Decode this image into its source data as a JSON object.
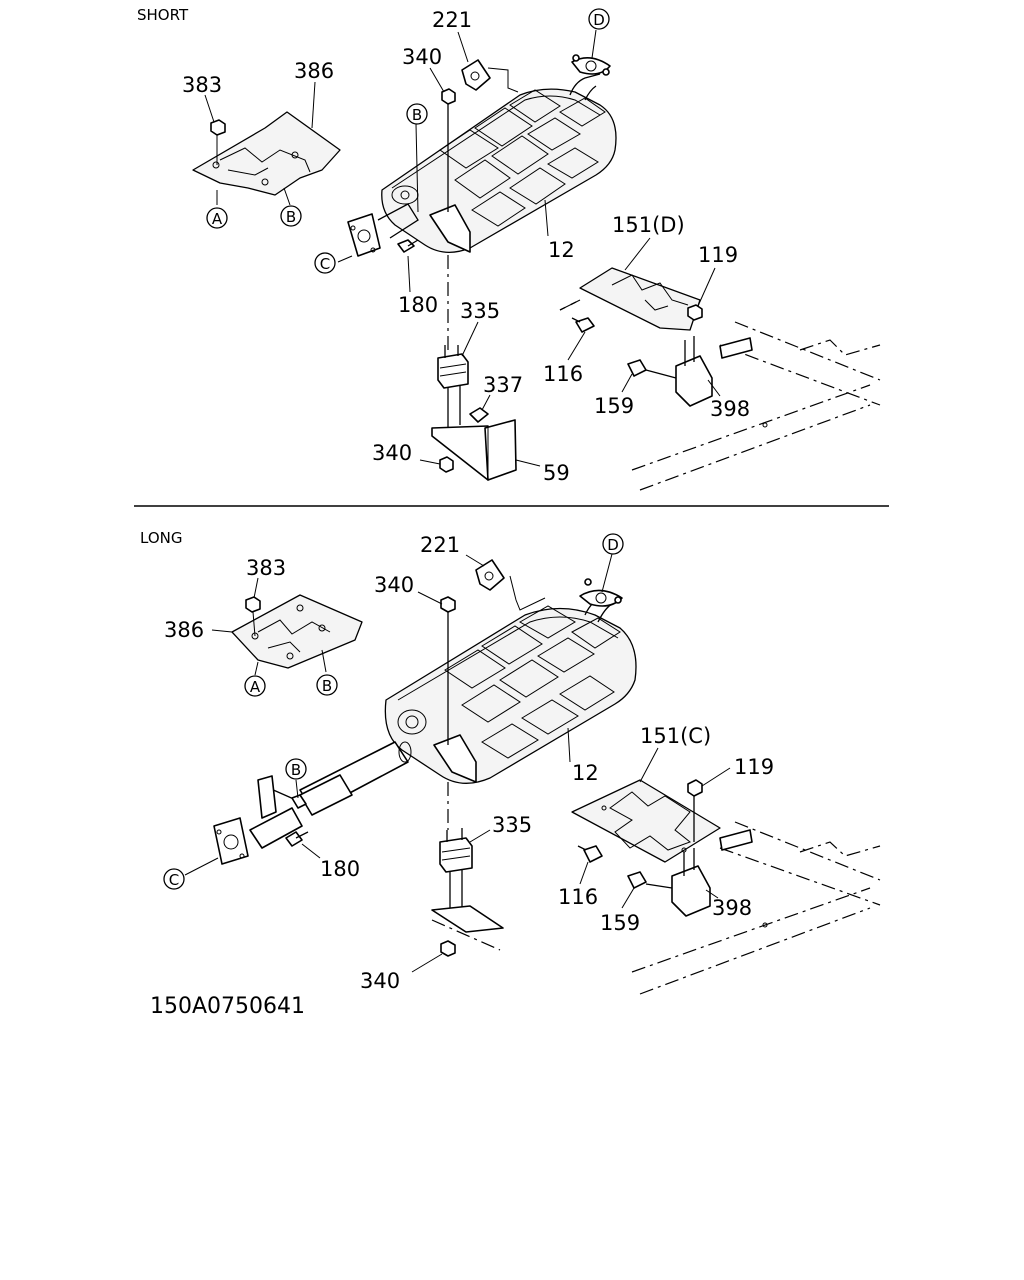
{
  "sections": {
    "short": "SHORT",
    "long": "LONG"
  },
  "short_labels": {
    "p221": "221",
    "p340_top": "340",
    "p383": "383",
    "p386": "386",
    "p12": "12",
    "p151": "151(D)",
    "p119": "119",
    "p180": "180",
    "p335": "335",
    "p116": "116",
    "p337": "337",
    "p159": "159",
    "p398": "398",
    "p340_bottom": "340",
    "p59": "59"
  },
  "long_labels": {
    "p221": "221",
    "p340_top": "340",
    "p383": "383",
    "p386": "386",
    "p12": "12",
    "p151": "151(C)",
    "p119": "119",
    "p180": "180",
    "p335": "335",
    "p116": "116",
    "p159": "159",
    "p398": "398",
    "p340_bottom": "340"
  },
  "circle_markers": {
    "a": "A",
    "b": "B",
    "c": "C",
    "d": "D"
  },
  "figure_code": "150A0750641"
}
